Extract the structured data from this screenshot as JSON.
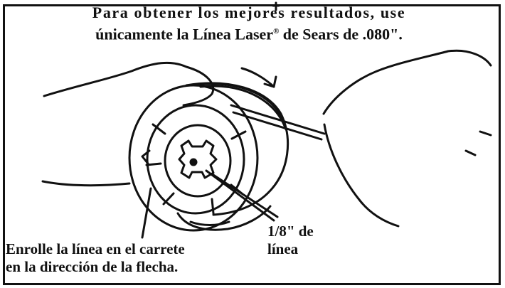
{
  "instruction": {
    "line1": "Para obtener los mejores resultados, use",
    "line2_before": "únicamente la Línea Laser",
    "line2_mark": "®",
    "line2_after": " de Sears de .080\"."
  },
  "labels": {
    "wind_line1": "Enrolle la línea en el carrete",
    "wind_line2": "en la dirección de la flecha.",
    "size_line1": "1/8\" de",
    "size_line2": "línea"
  }
}
